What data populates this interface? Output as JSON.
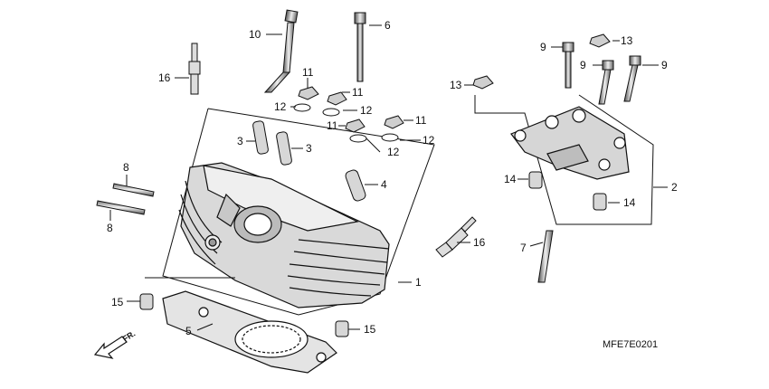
{
  "diagram": {
    "parts": [
      {
        "id": "p1",
        "number": "1"
      },
      {
        "id": "p2",
        "number": "2"
      },
      {
        "id": "p3a",
        "number": "3"
      },
      {
        "id": "p3b",
        "number": "3"
      },
      {
        "id": "p4",
        "number": "4"
      },
      {
        "id": "p5",
        "number": "5"
      },
      {
        "id": "p6",
        "number": "6"
      },
      {
        "id": "p7",
        "number": "7"
      },
      {
        "id": "p8a",
        "number": "8"
      },
      {
        "id": "p8b",
        "number": "8"
      },
      {
        "id": "p9a",
        "number": "9"
      },
      {
        "id": "p9b",
        "number": "9"
      },
      {
        "id": "p9c",
        "number": "9"
      },
      {
        "id": "p10",
        "number": "10"
      },
      {
        "id": "p11a",
        "number": "11"
      },
      {
        "id": "p11b",
        "number": "11"
      },
      {
        "id": "p11c",
        "number": "11"
      },
      {
        "id": "p11d",
        "number": "11"
      },
      {
        "id": "p12a",
        "number": "12"
      },
      {
        "id": "p12b",
        "number": "12"
      },
      {
        "id": "p12c",
        "number": "12"
      },
      {
        "id": "p12d",
        "number": "12"
      },
      {
        "id": "p13a",
        "number": "13"
      },
      {
        "id": "p13b",
        "number": "13"
      },
      {
        "id": "p14a",
        "number": "14"
      },
      {
        "id": "p14b",
        "number": "14"
      },
      {
        "id": "p15a",
        "number": "15"
      },
      {
        "id": "p15b",
        "number": "15"
      },
      {
        "id": "p16a",
        "number": "16"
      },
      {
        "id": "p16b",
        "number": "16"
      }
    ],
    "diagram_code": "MFE7E0201",
    "direction_label": "FR."
  }
}
